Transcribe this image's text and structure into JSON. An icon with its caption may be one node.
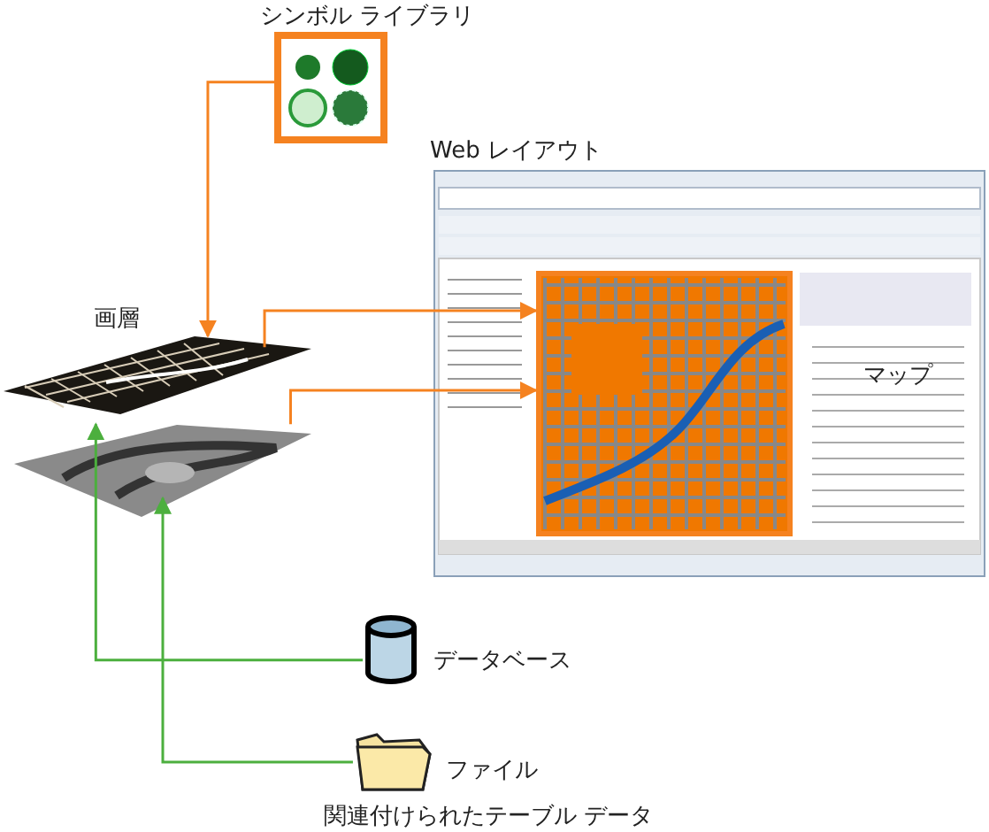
{
  "diagram": {
    "nodes": [
      {
        "text": [
          "シンボル ライブラリ"
        ]
      },
      {
        "text": [
          "画層"
        ]
      },
      {
        "text": [],
        "shape": "picture"
      },
      {
        "text": [
          "Web レイアウト"
        ]
      },
      {
        "text": [
          "マップ"
        ],
        "in": 3
      },
      {
        "text": [
          "データベース"
        ]
      },
      {
        "text": [
          "ファイル",
          "関連付けられたテーブル データ"
        ]
      }
    ],
    "edges": [
      {
        "from": 0,
        "to": 1,
        "arrow": "to"
      },
      {
        "from": 1,
        "to": 4,
        "arrow": "to"
      },
      {
        "from": 2,
        "to": 4,
        "arrow": "to"
      },
      {
        "from": 5,
        "to": 2,
        "arrow": "to",
        "color": "#4caf3e"
      },
      {
        "from": 6,
        "to": 2,
        "arrow": "to",
        "color": "#4caf3e"
      }
    ]
  }
}
